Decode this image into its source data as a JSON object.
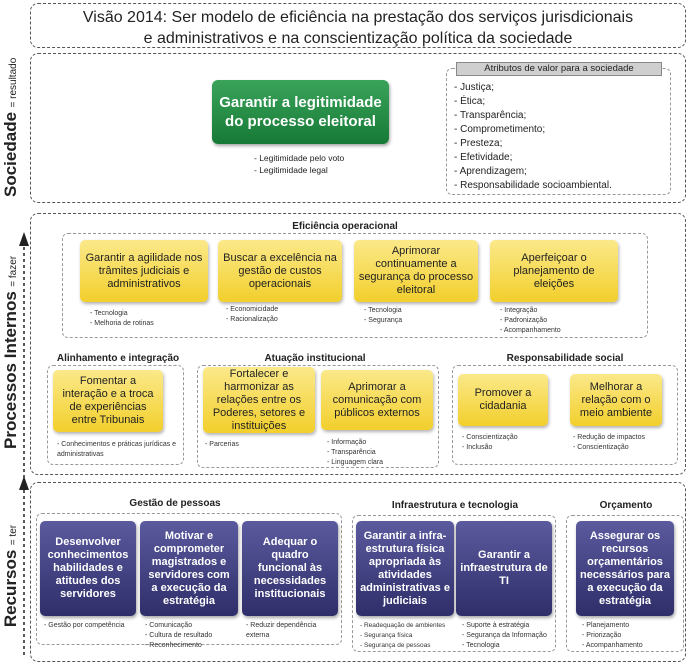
{
  "vision": {
    "line1": "Visão 2014: Ser modelo de eficiência na prestação dos serviços jurisdicionais",
    "line2": "e administrativos e na conscientização política da sociedade"
  },
  "sociedade": {
    "label": "Sociedade",
    "sub": "= resultado",
    "objective": "Garantir a legitimidade do processo eleitoral",
    "objective_bullets": [
      "Legitimidade pelo voto",
      "Legitimidade legal"
    ],
    "attributes_title": "Atributos de valor para a sociedade",
    "attributes": [
      "Justiça;",
      "Ética;",
      "Transparência;",
      "Comprometimento;",
      "Presteza;",
      "Efetividade;",
      "Aprendizagem;",
      "Responsabilidade socioambiental."
    ]
  },
  "processos": {
    "label": "Processos Internos",
    "sub": "= fazer",
    "eficiencia": {
      "title": "Eficiência operacional",
      "items": [
        {
          "text": "Garantir a agilidade nos trâmites judiciais e administrativos",
          "bullets": [
            "Tecnologia",
            "Melhoria de rotinas"
          ]
        },
        {
          "text": "Buscar a excelência na gestão de custos operacionais",
          "bullets": [
            "Economicidade",
            "Racionalização"
          ]
        },
        {
          "text": "Aprimorar continuamente a segurança do processo eleitoral",
          "bullets": [
            "Tecnologia",
            "Segurança"
          ]
        },
        {
          "text": "Aperfeiçoar o planejamento de eleições",
          "bullets": [
            "Integração",
            "Padronização",
            "Acompanhamento"
          ]
        }
      ]
    },
    "alinhamento": {
      "title": "Alinhamento e integração",
      "items": [
        {
          "text": "Fomentar a interação e a troca de experiências entre Tribunais",
          "bullets": [
            "Conhecimentos e práticas jurídicas e administrativas"
          ]
        }
      ]
    },
    "atuacao": {
      "title": "Atuação institucional",
      "items": [
        {
          "text": "Fortalecer e harmonizar as relações entre os Poderes, setores e instituições",
          "bullets": [
            "Parcerias"
          ]
        },
        {
          "text": "Aprimorar a comunicação com públicos externos",
          "bullets": [
            "Informação",
            "Transparência",
            "Linguagem clara"
          ]
        }
      ]
    },
    "responsabilidade": {
      "title": "Responsabilidade social",
      "items": [
        {
          "text": "Promover a cidadania",
          "bullets": [
            "Conscientização",
            "Inclusão"
          ]
        },
        {
          "text": "Melhorar a relação com o meio ambiente",
          "bullets": [
            "Redução de impactos",
            "Conscientização"
          ]
        }
      ]
    }
  },
  "recursos": {
    "label": "Recursos",
    "sub": "= ter",
    "pessoas": {
      "title": "Gestão de pessoas",
      "items": [
        {
          "text": "Desenvolver conhecimentos habilidades e atitudes dos servidores",
          "bullets": [
            "Gestão por competência"
          ]
        },
        {
          "text": "Motivar e comprometer magistrados e servidores com a execução da estratégia",
          "bullets": [
            "Comunicação",
            "Cultura de resultado",
            "Reconhecimento"
          ]
        },
        {
          "text": "Adequar o quadro funcional às necessidades institucionais",
          "bullets": [
            "Reduzir dependência externa"
          ]
        }
      ]
    },
    "infra": {
      "title": "Infraestrutura e tecnologia",
      "items": [
        {
          "text": "Garantir a infra-estrutura física apropriada às atividades administrativas e judiciais",
          "bullets": [
            "Readequação de ambientes",
            "Segurança física",
            "Segurança de pessoas"
          ]
        },
        {
          "text": "Garantir a infraestrutura de TI",
          "bullets": [
            "Suporte à estratégia",
            "Segurança da Informação",
            "Tecnologia"
          ]
        }
      ]
    },
    "orcamento": {
      "title": "Orçamento",
      "items": [
        {
          "text": "Assegurar os recursos orçamentários necessários para a execução da estratégia",
          "bullets": [
            "Planejamento",
            "Priorização",
            "Acompanhamento"
          ]
        }
      ]
    }
  }
}
